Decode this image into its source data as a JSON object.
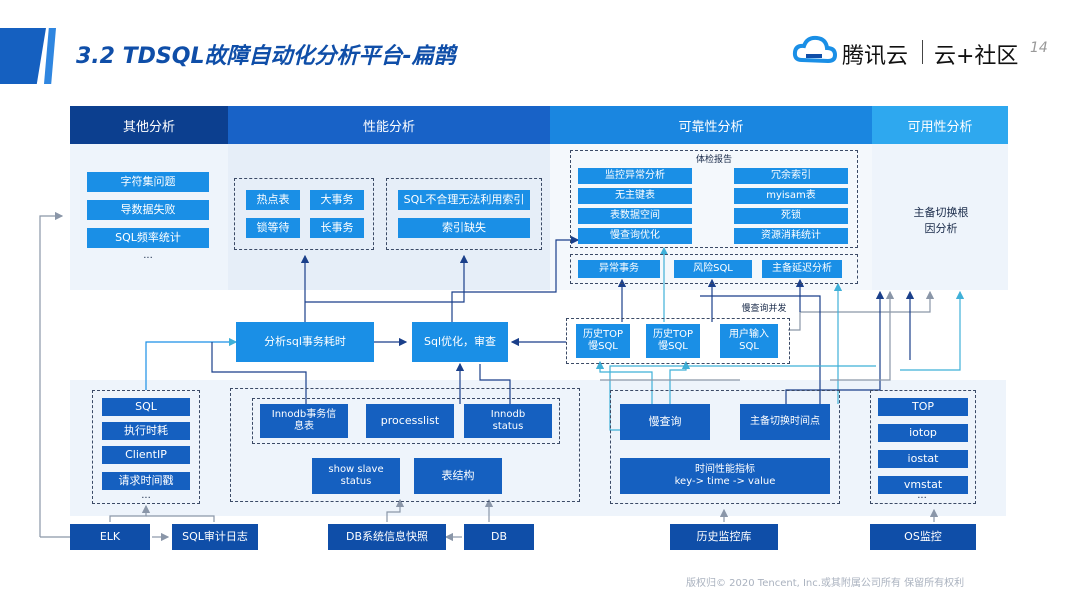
{
  "title": "3.2  TDSQL故障自动化分析平台-扁鹊",
  "brand": {
    "tencent": "腾讯云",
    "club": "云+社区"
  },
  "page_number": "14",
  "footer": "版权归© 2020 Tencent, Inc.或其附属公司所有 保留所有权利",
  "headers": {
    "other": "其他分析",
    "perf": "性能分析",
    "reliability": "可靠性分析",
    "availability": "可用性分析"
  },
  "other": {
    "items": [
      "字符集问题",
      "导数据失败",
      "SQL频率统计"
    ],
    "more": "..."
  },
  "perf": {
    "b1": [
      "热点表",
      "大事务",
      "锁等待",
      "长事务"
    ],
    "b2": [
      "SQL不合理无法利用索引",
      "索引缺失"
    ]
  },
  "reliability": {
    "report_title": "体检报告",
    "left": [
      "监控异常分析",
      "无主键表",
      "表数据空间",
      "慢查询优化"
    ],
    "right": [
      "冗余索引",
      "myisam表",
      "死锁",
      "资源消耗统计"
    ],
    "bottom": [
      "异常事务",
      "风险SQL",
      "主备延迟分析"
    ]
  },
  "availability": {
    "text": "主备切换根\n因分析"
  },
  "middle": {
    "analyze": "分析sql事务耗时",
    "optimize": "Sql优化，审查",
    "topslow1": "历史TOP\n慢SQL",
    "topslow2": "历史TOP\n慢SQL",
    "userinput": "用户输入\nSQL",
    "concurrent": "慢查询并发"
  },
  "data": {
    "fields": [
      "SQL",
      "执行时耗",
      "ClientIP",
      "请求时间戳"
    ],
    "more1": "...",
    "innodb_trx": "Innodb事务信\n息表",
    "processlist": "processlist",
    "innodb_status": "Innodb\nstatus",
    "slave_status": "show slave\nstatus",
    "table_struct": "表结构",
    "slow_query": "慢查询",
    "switch_time": "主备切换时间点",
    "perf_metric": "时间性能指标\nkey-> time -> value",
    "os": [
      "TOP",
      "iotop",
      "iostat",
      "vmstat"
    ],
    "more2": "..."
  },
  "sources": [
    "ELK",
    "SQL审计日志",
    "DB系统信息快照",
    "DB",
    "历史监控库",
    "OS监控"
  ]
}
